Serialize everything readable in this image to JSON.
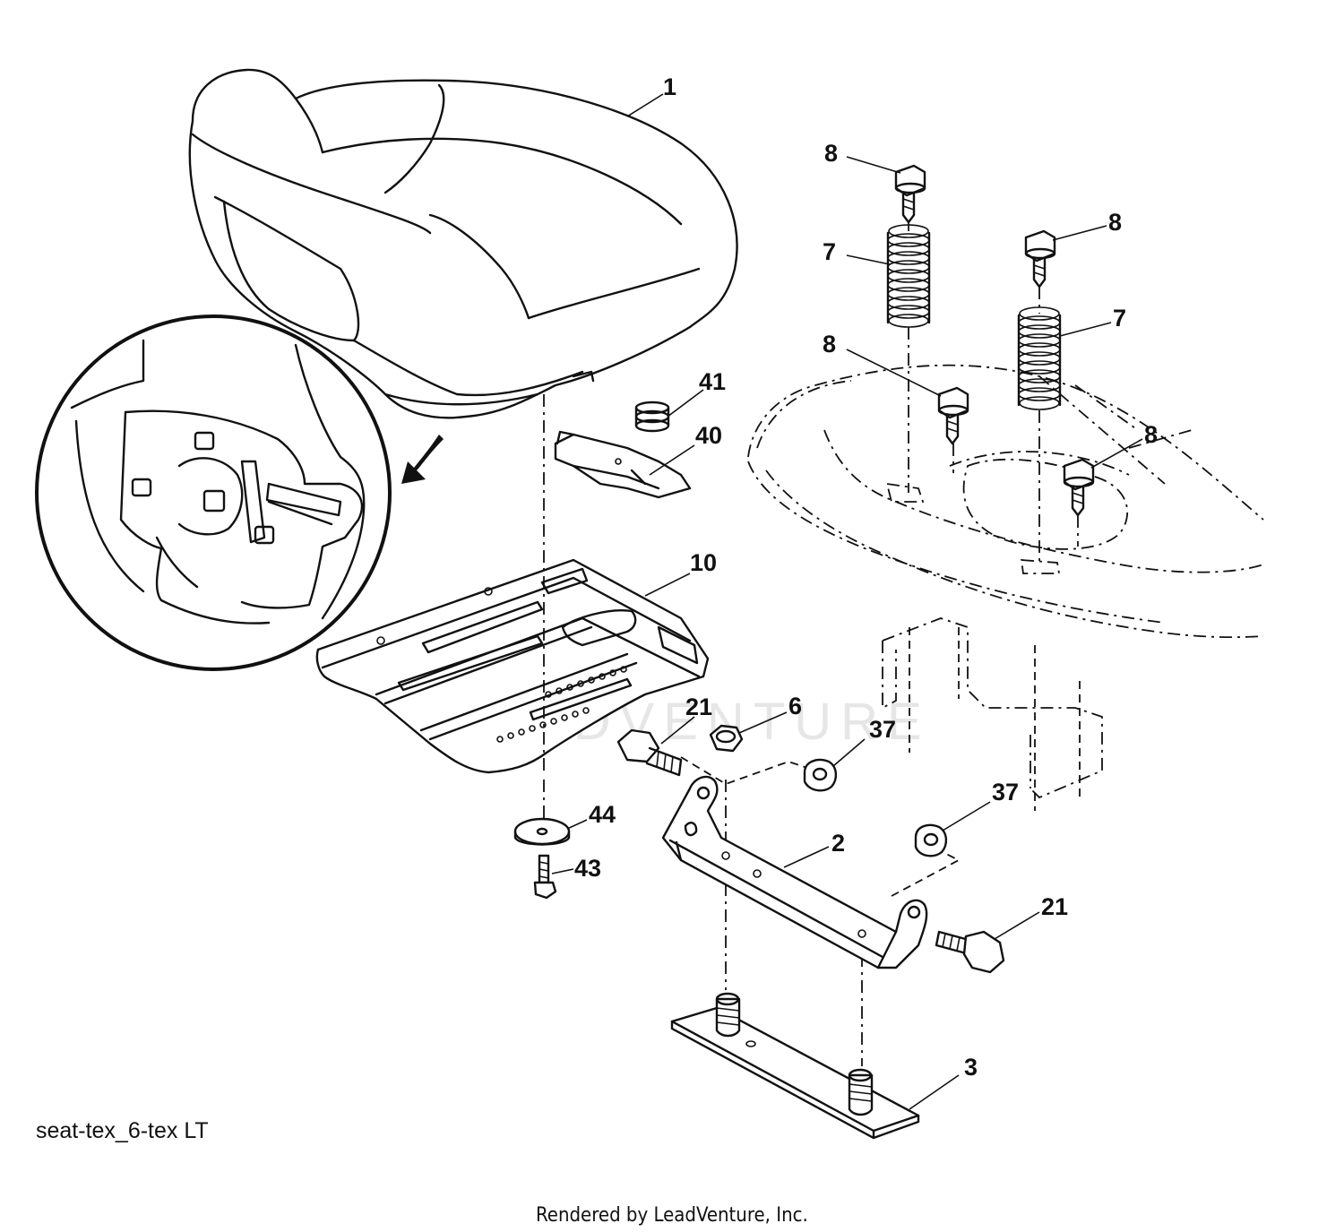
{
  "diagram": {
    "caption": "seat-tex_6-tex LT",
    "footer": "Rendered by LeadVenture, Inc.",
    "watermark": "LEADVENTURE",
    "callouts": [
      "1",
      "8",
      "8",
      "7",
      "7",
      "8",
      "8",
      "41",
      "40",
      "10",
      "21",
      "6",
      "37",
      "37",
      "44",
      "43",
      "2",
      "21",
      "3"
    ]
  }
}
